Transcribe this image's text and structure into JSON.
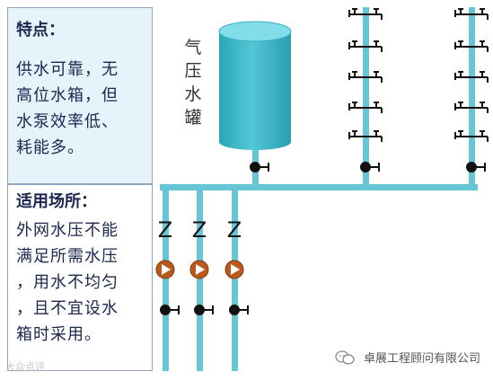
{
  "features": {
    "heading": "特点：",
    "lines": [
      "供水可靠，无",
      "高位水箱，但",
      "水泵效率低、",
      "耗能多。"
    ]
  },
  "applicable": {
    "heading": "适用场所：",
    "lines": [
      "外网水压不能",
      "满足所需水压",
      "，用水不均匀",
      "，且不宜设水",
      "箱时采用。"
    ]
  },
  "tank_label": [
    "气",
    "压",
    "水",
    "罐"
  ],
  "pump_symbol": "Z",
  "watermark": "大众点评",
  "company": "卓展工程顾问有限公司",
  "colors": {
    "pipe": "#66c6d6",
    "tank_top": "#7fdbe6",
    "tank_body": "#3fb8c8",
    "pump": "#b85a1e",
    "valve": "#111111",
    "text": "#1c2750"
  },
  "icons": [
    "tap-icon",
    "valve-icon",
    "pump-icon",
    "check-valve-icon",
    "wechat-logo-icon"
  ]
}
